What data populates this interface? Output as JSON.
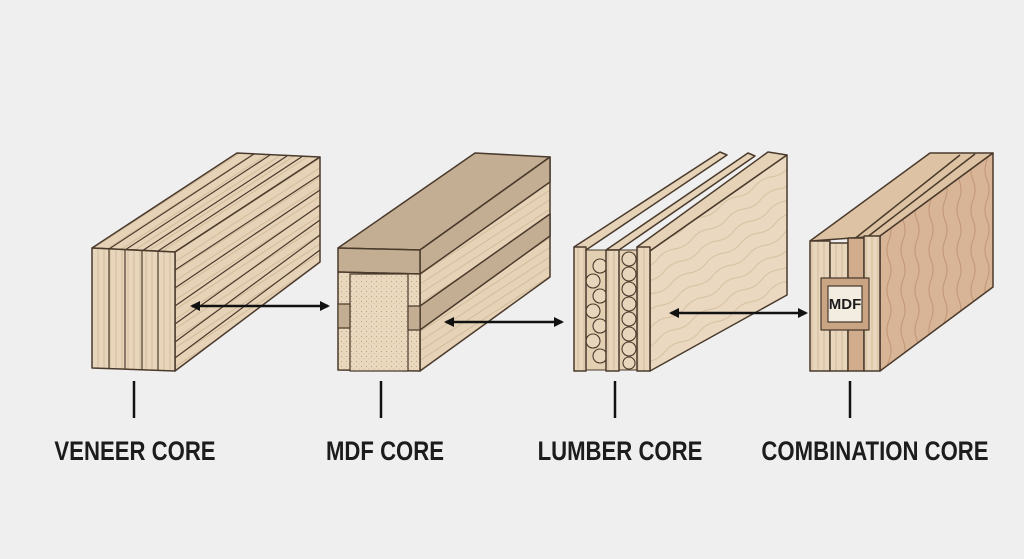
{
  "diagram": {
    "cores": [
      {
        "label": "VENEER CORE"
      },
      {
        "label": "MDF CORE"
      },
      {
        "label": "LUMBER CORE"
      },
      {
        "label": "COMBINATION CORE",
        "inset_label": "MDF"
      }
    ],
    "colors": {
      "background": "#efefef",
      "light_wood": "#e6d3b7",
      "mid_wood": "#d9c09f",
      "dark_band": "#c4ae93",
      "combo_face": "#d7b497",
      "outline": "#4a3a2c"
    }
  }
}
